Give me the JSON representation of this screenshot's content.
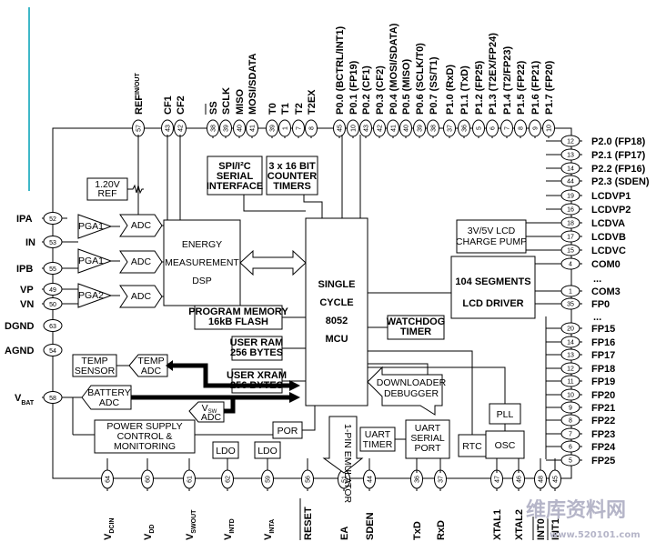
{
  "left_pins": [
    {
      "name": "IPA",
      "num": "52"
    },
    {
      "name": "IN",
      "num": "53"
    },
    {
      "name": "IPB",
      "num": "55"
    },
    {
      "name": "VP",
      "num": "49"
    },
    {
      "name": "VN",
      "num": "50"
    },
    {
      "name": "DGND",
      "num": "63"
    },
    {
      "name": "AGND",
      "num": "54"
    },
    {
      "name": "V",
      "sub": "BAT",
      "num": "58"
    }
  ],
  "top_pins": [
    {
      "name": "REF",
      "sub": "IN/OUT",
      "num": "57"
    },
    {
      "name": "CF1",
      "num": "43"
    },
    {
      "name": "CF2",
      "num": "42"
    },
    {
      "name": "SS",
      "num": "38"
    },
    {
      "name": "SCLK",
      "num": "39"
    },
    {
      "name": "MISO",
      "num": "40"
    },
    {
      "name": "MOSI/SDATA",
      "num": "41"
    },
    {
      "name": "T0",
      "num": "39"
    },
    {
      "name": "T1",
      "num": "1"
    },
    {
      "name": "T2",
      "num": "7"
    },
    {
      "name": "T2EX",
      "num": "8"
    },
    {
      "name": "P0.0 (BCTRL/INT1)",
      "num": "45"
    },
    {
      "name": "P0.1 (FP19)",
      "num": "10"
    },
    {
      "name": "P0.2 (CF1)",
      "num": "43"
    },
    {
      "name": "P0.3 (CF2)",
      "num": "42"
    },
    {
      "name": "P0.4 (MOSI/SDATA)",
      "num": "41"
    },
    {
      "name": "P0.5 (MISO)",
      "num": "40"
    },
    {
      "name": "P0.6 (SCLK/T0)",
      "num": "39"
    },
    {
      "name": "P0.7 (SS/T1)",
      "num": "38"
    },
    {
      "name": "P1.0 (RxD)",
      "num": "37"
    },
    {
      "name": "P1.1 (TxD)",
      "num": "36"
    },
    {
      "name": "P1.2 (FP25)",
      "num": "5"
    },
    {
      "name": "P1.3 (T2EX/FP24)",
      "num": "6"
    },
    {
      "name": "P1.4 (T2/FP23)",
      "num": "7"
    },
    {
      "name": "P1.5 (FP22)",
      "num": "8"
    },
    {
      "name": "P1.6 (FP21)",
      "num": "9"
    },
    {
      "name": "P1.7 (FP20)",
      "num": "10"
    }
  ],
  "right_pins": [
    {
      "name": "P2.0 (FP18)",
      "num": "12"
    },
    {
      "name": "P2.1 (FP17)",
      "num": "13"
    },
    {
      "name": "P2.2 (FP16)",
      "num": "14"
    },
    {
      "name": "P2.3 (SDEN)",
      "num": "44"
    },
    {
      "name": "LCDVP1",
      "num": "19"
    },
    {
      "name": "LCDVP2",
      "num": "16"
    },
    {
      "name": "LCDVA",
      "num": "18"
    },
    {
      "name": "LCDVB",
      "num": "17"
    },
    {
      "name": "LCDVC",
      "num": "15"
    },
    {
      "name": "COM0",
      "num": "4"
    },
    {
      "name": "...",
      "num": ""
    },
    {
      "name": "COM3",
      "num": "1"
    },
    {
      "name": "FP0",
      "num": "35"
    },
    {
      "name": "...",
      "num": ""
    },
    {
      "name": "FP15",
      "num": "20"
    },
    {
      "name": "FP16",
      "num": "14"
    },
    {
      "name": "FP17",
      "num": "13"
    },
    {
      "name": "FP18",
      "num": "12"
    },
    {
      "name": "FP19",
      "num": "11"
    },
    {
      "name": "FP20",
      "num": "10"
    },
    {
      "name": "FP21",
      "num": "9"
    },
    {
      "name": "FP22",
      "num": "8"
    },
    {
      "name": "FP23",
      "num": "7"
    },
    {
      "name": "FP24",
      "num": "6"
    },
    {
      "name": "FP25",
      "num": "5"
    }
  ],
  "bottom_pins": [
    {
      "name": "V",
      "sub": "DCIN",
      "num": "64"
    },
    {
      "name": "V",
      "sub": "DD",
      "num": "60"
    },
    {
      "name": "V",
      "sub": "SWOUT",
      "num": "61"
    },
    {
      "name": "V",
      "sub": "INTD",
      "num": "62"
    },
    {
      "name": "V",
      "sub": "INTA",
      "num": "59"
    },
    {
      "name": "RESET",
      "num": "56"
    },
    {
      "name": "EA",
      "num": "51"
    },
    {
      "name": "SDEN",
      "num": "44"
    },
    {
      "name": "TxD",
      "num": "36"
    },
    {
      "name": "RxD",
      "num": "37"
    },
    {
      "name": "XTAL1",
      "num": "47"
    },
    {
      "name": "XTAL2",
      "num": "46"
    },
    {
      "name": "INT0",
      "num": "48"
    },
    {
      "name": "INT1",
      "num": "45"
    }
  ],
  "blocks": {
    "ref": [
      "1.20V",
      "REF"
    ],
    "pga1a": "PGA1",
    "pga1b": "PGA1",
    "pga2": "PGA2",
    "adc": "ADC",
    "energy_dsp": [
      "ENERGY",
      "MEASUREMENT",
      "DSP"
    ],
    "spi": [
      "SPI/I²C",
      "SERIAL",
      "INTERFACE"
    ],
    "timers": [
      "3 x 16 BIT",
      "COUNTER",
      "TIMERS"
    ],
    "mcu": [
      "SINGLE",
      "CYCLE",
      "8052",
      "MCU"
    ],
    "lcd_pump": [
      "3V/5V LCD",
      "CHARGE PUMP"
    ],
    "lcd_driver": [
      "104 SEGMENTS",
      "LCD DRIVER"
    ],
    "prog_mem": [
      "PROGRAM MEMORY",
      "16kB FLASH"
    ],
    "user_ram": [
      "USER RAM",
      "256 BYTES"
    ],
    "user_xram": [
      "USER XRAM",
      "256 BYTES"
    ],
    "watchdog": [
      "WATCHDOG",
      "TIMER"
    ],
    "temp_sensor": [
      "TEMP",
      "SENSOR"
    ],
    "temp_adc": [
      "TEMP",
      "ADC"
    ],
    "battery_adc": [
      "BATTERY",
      "ADC"
    ],
    "vsw_adc": [
      "V",
      "SW",
      "ADC"
    ],
    "power_supply": [
      "POWER SUPPLY",
      "CONTROL &",
      "MONITORING"
    ],
    "por": "POR",
    "ldo": "LDO",
    "emulator": "1-PIN EMULATOR",
    "downloader": [
      "DOWNLOADER",
      "DEBUGGER"
    ],
    "uart_timer": [
      "UART",
      "TIMER"
    ],
    "uart_port": [
      "UART",
      "SERIAL",
      "PORT"
    ],
    "rtc": "RTC",
    "osc": "OSC",
    "pll": "PLL"
  },
  "watermark": {
    "chinese": "维库资料网",
    "url": "www.520101.com"
  },
  "colors": {
    "line": "#000000",
    "accent": "#3fb8c8",
    "watermark": "#b5b5c8"
  }
}
